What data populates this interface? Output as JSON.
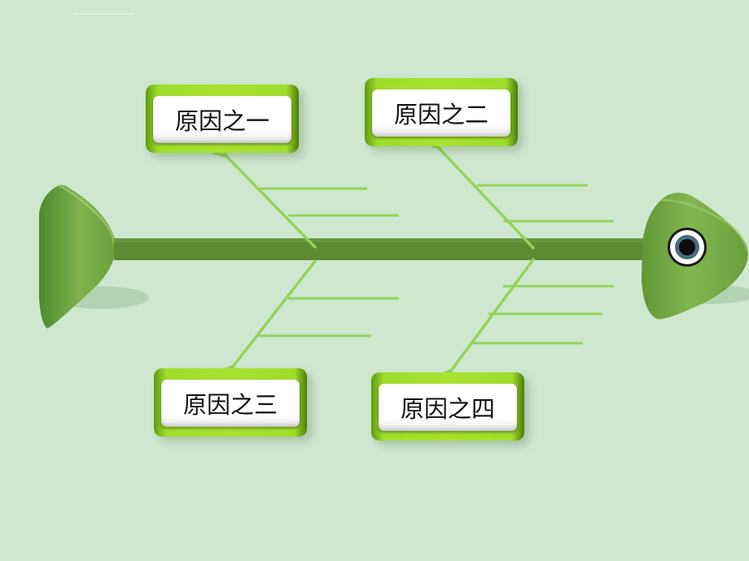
{
  "diagram": {
    "type": "fishbone",
    "causes": [
      {
        "id": "cause-1",
        "label": "原因之一"
      },
      {
        "id": "cause-2",
        "label": "原因之二"
      },
      {
        "id": "cause-3",
        "label": "原因之三"
      },
      {
        "id": "cause-4",
        "label": "原因之四"
      }
    ]
  },
  "colors": {
    "background": "#cde8cf",
    "spine": "#5d8a35",
    "bone": "#94d35a",
    "fish_body": "#78ab45",
    "box_frame": "#a7e22f"
  }
}
